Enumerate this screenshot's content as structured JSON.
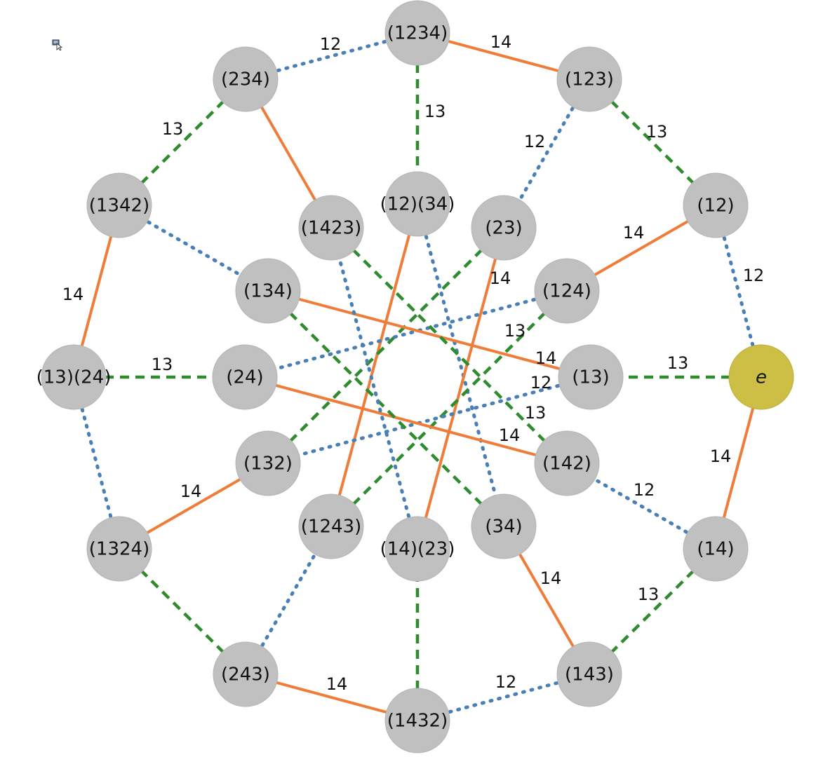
{
  "colors": {
    "node_fill": "#c0c0c0",
    "identity_fill": "#cdbf45",
    "edge_12": "#4a7fb5",
    "edge_13": "#2e8b2e",
    "edge_14": "#ef7d3a",
    "text": "#111111"
  },
  "icons": {
    "cursor": "cursor-icon"
  },
  "nodes": [
    {
      "id": "n1234",
      "label": "(1234)"
    },
    {
      "id": "n123",
      "label": "(123)"
    },
    {
      "id": "n12",
      "label": "(12)"
    },
    {
      "id": "e",
      "label": "e",
      "identity": true
    },
    {
      "id": "n14",
      "label": "(14)"
    },
    {
      "id": "n143",
      "label": "(143)"
    },
    {
      "id": "n1432",
      "label": "(1432)"
    },
    {
      "id": "n243",
      "label": "(243)"
    },
    {
      "id": "n1324",
      "label": "(1324)"
    },
    {
      "id": "n13_24",
      "label": "(13)(24)"
    },
    {
      "id": "n1342",
      "label": "(1342)"
    },
    {
      "id": "n234",
      "label": "(234)"
    },
    {
      "id": "n12_34",
      "label": "(12)(34)"
    },
    {
      "id": "n23",
      "label": "(23)"
    },
    {
      "id": "n124",
      "label": "(124)"
    },
    {
      "id": "n13",
      "label": "(13)"
    },
    {
      "id": "n142",
      "label": "(142)"
    },
    {
      "id": "n34",
      "label": "(34)"
    },
    {
      "id": "n14_23",
      "label": "(14)(23)"
    },
    {
      "id": "n1243",
      "label": "(1243)"
    },
    {
      "id": "n132",
      "label": "(132)"
    },
    {
      "id": "n24",
      "label": "(24)"
    },
    {
      "id": "n134",
      "label": "(134)"
    },
    {
      "id": "n1423",
      "label": "(1423)"
    }
  ],
  "edges": [
    {
      "from": "n234",
      "to": "n1234",
      "gen": "12",
      "label": "12"
    },
    {
      "from": "n1234",
      "to": "n123",
      "gen": "14",
      "label": "14"
    },
    {
      "from": "n123",
      "to": "n12",
      "gen": "13",
      "label": "13"
    },
    {
      "from": "n12",
      "to": "e",
      "gen": "12",
      "label": "12"
    },
    {
      "from": "e",
      "to": "n14",
      "gen": "14",
      "label": "14"
    },
    {
      "from": "n14",
      "to": "n143",
      "gen": "13",
      "label": "13"
    },
    {
      "from": "n143",
      "to": "n1432",
      "gen": "12",
      "label": "12"
    },
    {
      "from": "n1432",
      "to": "n243",
      "gen": "14",
      "label": "14"
    },
    {
      "from": "n243",
      "to": "n1324",
      "gen": "13",
      "label": ""
    },
    {
      "from": "n1324",
      "to": "n13_24",
      "gen": "12",
      "label": ""
    },
    {
      "from": "n13_24",
      "to": "n1342",
      "gen": "14",
      "label": "14"
    },
    {
      "from": "n1342",
      "to": "n234",
      "gen": "13",
      "label": "13"
    },
    {
      "from": "n1234",
      "to": "n12_34",
      "gen": "13",
      "label": "13"
    },
    {
      "from": "n123",
      "to": "n23",
      "gen": "12",
      "label": "12"
    },
    {
      "from": "n12",
      "to": "n124",
      "gen": "14",
      "label": "14"
    },
    {
      "from": "e",
      "to": "n13",
      "gen": "13",
      "label": "13"
    },
    {
      "from": "n14",
      "to": "n142",
      "gen": "12",
      "label": "12"
    },
    {
      "from": "n143",
      "to": "n34",
      "gen": "14",
      "label": "14"
    },
    {
      "from": "n1432",
      "to": "n14_23",
      "gen": "13",
      "label": ""
    },
    {
      "from": "n243",
      "to": "n1243",
      "gen": "12",
      "label": ""
    },
    {
      "from": "n1324",
      "to": "n132",
      "gen": "14",
      "label": "14"
    },
    {
      "from": "n13_24",
      "to": "n24",
      "gen": "13",
      "label": "13"
    },
    {
      "from": "n1342",
      "to": "n134",
      "gen": "12",
      "label": ""
    },
    {
      "from": "n234",
      "to": "n1423",
      "gen": "14",
      "label": ""
    },
    {
      "from": "n12_34",
      "to": "n1243",
      "gen": "14",
      "label": ""
    },
    {
      "from": "n12_34",
      "to": "n34",
      "gen": "12",
      "label": ""
    },
    {
      "from": "n23",
      "to": "n14_23",
      "gen": "14",
      "label": "14"
    },
    {
      "from": "n23",
      "to": "n132",
      "gen": "13",
      "label": ""
    },
    {
      "from": "n124",
      "to": "n24",
      "gen": "12",
      "label": ""
    },
    {
      "from": "n124",
      "to": "n1243",
      "gen": "13",
      "label": "13"
    },
    {
      "from": "n13",
      "to": "n134",
      "gen": "14",
      "label": "14"
    },
    {
      "from": "n13",
      "to": "n132",
      "gen": "12",
      "label": "12"
    },
    {
      "from": "n142",
      "to": "n24",
      "gen": "14",
      "label": "14"
    },
    {
      "from": "n142",
      "to": "n1423",
      "gen": "13",
      "label": "13"
    },
    {
      "from": "n34",
      "to": "n134",
      "gen": "13",
      "label": ""
    },
    {
      "from": "n14_23",
      "to": "n1423",
      "gen": "12",
      "label": ""
    }
  ]
}
